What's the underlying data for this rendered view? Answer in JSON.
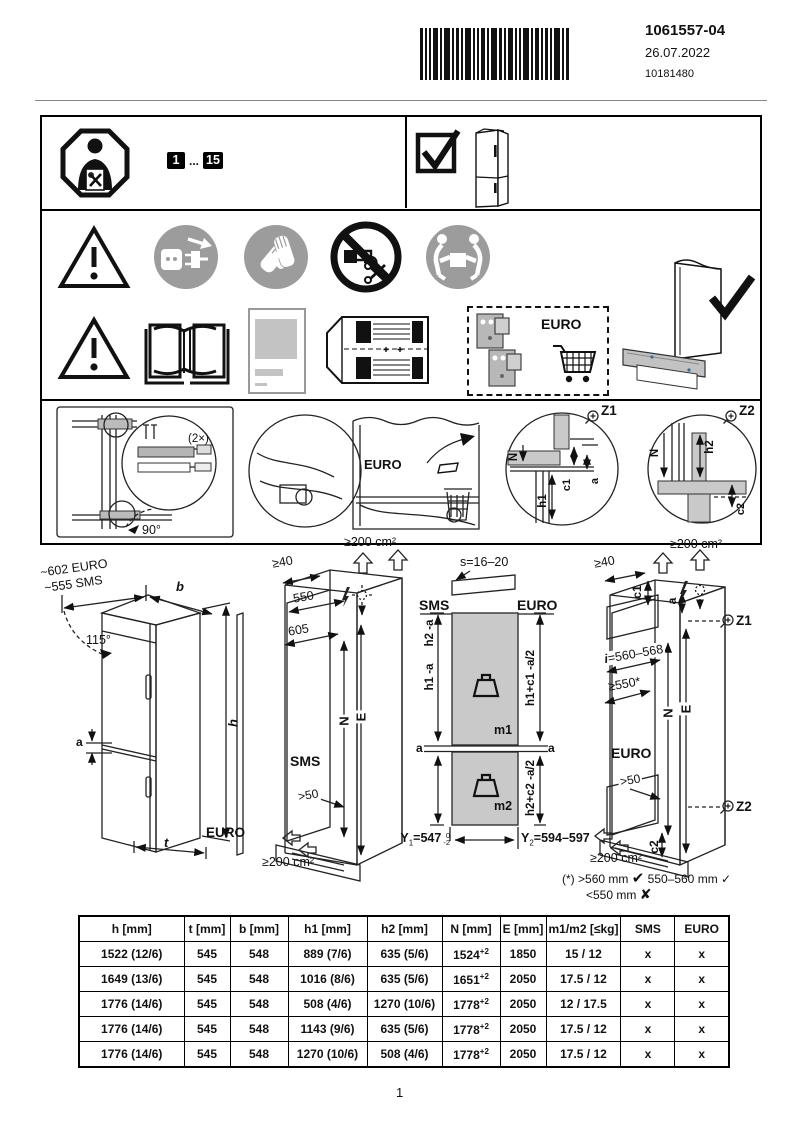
{
  "header": {
    "doc_number": "1061557-04",
    "date": "26.07.2022",
    "material_number": "10181480"
  },
  "page_number": "1",
  "install_box": {
    "page_start": "1",
    "dots": "...",
    "page_end": "15"
  },
  "assembly": {
    "screws": "(2×)",
    "angle": "90°",
    "euro": "EURO"
  },
  "detail_z1": {
    "label": "Z1",
    "n": "N",
    "h1": "h1",
    "c1": "c1",
    "a": "a"
  },
  "detail_z2": {
    "label": "Z2",
    "n": "N",
    "h2": "h2",
    "c2": "c2"
  },
  "packaging_box": {
    "euro": "EURO"
  },
  "fridge_dims": {
    "euro_width": "~602 EURO",
    "sms_width": "~555 SMS",
    "door_angle": "115°",
    "b": "b",
    "h": "h",
    "a": "a",
    "t": "t",
    "euro_panel": "EURO"
  },
  "sms_niche": {
    "vent_top": "≥200 cm²",
    "top_gap": "≥40",
    "depth_upper": "550",
    "depth_lower": "605",
    "n": "N",
    "e": "E",
    "label": "SMS",
    "bottom_gap": ">50",
    "vent_bottom": "≥200 cm²"
  },
  "panel_diagram": {
    "thickness": "s=16–20",
    "sms": "SMS",
    "euro": "EURO",
    "sms_h1": "h1 -a",
    "sms_h2": "h2 -a",
    "euro_h1": "h1+c1 -a/2",
    "euro_h2": "h2+c2 -a/2",
    "m1": "m1",
    "m2": "m2",
    "a_left": "a",
    "a_right": "a",
    "y1_name": "Y",
    "y1_sub": "1",
    "y1_value": "=547",
    "y1_tol_upper": "0",
    "y1_tol_lower": "-2",
    "y2_name": "Y",
    "y2_sub": "2",
    "y2_value": "=594–597"
  },
  "euro_niche": {
    "vent_top": "≥200 cm²",
    "top_gap": "≥40",
    "c1": "c1",
    "a": "a",
    "z1": "Z1",
    "inner_width_var": "i",
    "inner_width_val": "=560–568",
    "min_depth": "≥550*",
    "n": "N",
    "e": "E",
    "label": "EURO",
    "bottom_gap": ">50",
    "z2": "Z2",
    "c2": "c2",
    "vent_bottom": "≥200 cm²"
  },
  "footnote": {
    "marker": "(*)",
    "cond1": ">560 mm",
    "check_bold": "✔",
    "cond2": "550–560 mm",
    "check_light": "✓",
    "cond3": "<550 mm",
    "cross": "✘"
  },
  "table": {
    "headers": [
      "h [mm]",
      "t [mm]",
      "b [mm]",
      "h1 [mm]",
      "h2 [mm]",
      "N [mm]",
      "E [mm]",
      "m1/m2 [≤kg]",
      "SMS",
      "EURO"
    ],
    "n_sup": "+2",
    "rows": [
      {
        "h": "1522 (12/6)",
        "t": "545",
        "b": "548",
        "h1": "889 (7/6)",
        "h2": "635 (5/6)",
        "n": "1524",
        "e": "1850",
        "m": "15 / 12",
        "sms": "x",
        "euro": "x"
      },
      {
        "h": "1649 (13/6)",
        "t": "545",
        "b": "548",
        "h1": "1016 (8/6)",
        "h2": "635 (5/6)",
        "n": "1651",
        "e": "2050",
        "m": "17.5 / 12",
        "sms": "x",
        "euro": "x"
      },
      {
        "h": "1776 (14/6)",
        "t": "545",
        "b": "548",
        "h1": "508 (4/6)",
        "h2": "1270 (10/6)",
        "n": "1778",
        "e": "2050",
        "m": "12 / 17.5",
        "sms": "x",
        "euro": "x"
      },
      {
        "h": "1776 (14/6)",
        "t": "545",
        "b": "548",
        "h1": "1143 (9/6)",
        "h2": "635 (5/6)",
        "n": "1778",
        "e": "2050",
        "m": "17.5 / 12",
        "sms": "x",
        "euro": "x"
      },
      {
        "h": "1776 (14/6)",
        "t": "545",
        "b": "548",
        "h1": "1270 (10/6)",
        "h2": "508 (4/6)",
        "n": "1778",
        "e": "2050",
        "m": "17.5 / 12",
        "sms": "x",
        "euro": "x"
      }
    ]
  }
}
